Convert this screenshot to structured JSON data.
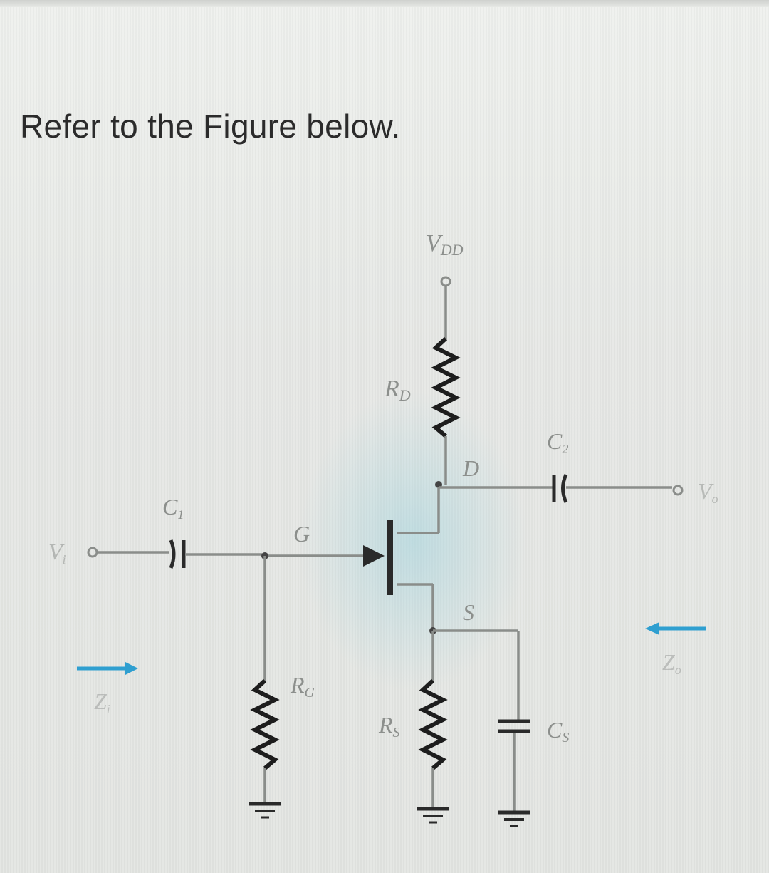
{
  "question": {
    "text": "Refer to the Figure below."
  },
  "diagram": {
    "labels": {
      "vdd": "V",
      "vdd_sub": "DD",
      "rd": "R",
      "rd_sub": "D",
      "drain": "D",
      "c2": "C",
      "c2_sub": "2",
      "vo": "V",
      "vo_sub": "o",
      "c1": "C",
      "c1_sub": "1",
      "vi": "V",
      "vi_sub": "i",
      "gate": "G",
      "source": "S",
      "zo": "Z",
      "zo_sub": "o",
      "zi": "Z",
      "zi_sub": "i",
      "rg": "R",
      "rg_sub": "G",
      "rs": "R",
      "rs_sub": "S",
      "cs": "C",
      "cs_sub": "S"
    },
    "colors": {
      "wire": "#8a8d8a",
      "resistor": "#1d1d1d",
      "arrow": "#2f9fd0",
      "highlight": "#a0d2dc"
    }
  }
}
